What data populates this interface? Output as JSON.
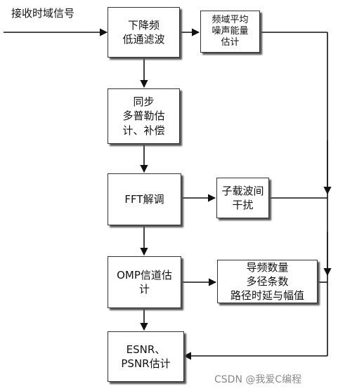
{
  "input_label": "接收时域信号",
  "boxes": {
    "downconvert": "下降频\n低通滤波",
    "noise_estimate": "频域平均\n噪声能量\n估计",
    "sync": "同步\n多普勒估\n计、补偿",
    "fft": "FFT解调",
    "ici": "子载波间\n干扰",
    "omp": "OMP信道估\n计",
    "pilot": "导频数量\n多径条数\n路径时延与幅值",
    "snr": "ESNR、\nPSNR估计"
  },
  "watermark": "CSDN @我爱C编程"
}
